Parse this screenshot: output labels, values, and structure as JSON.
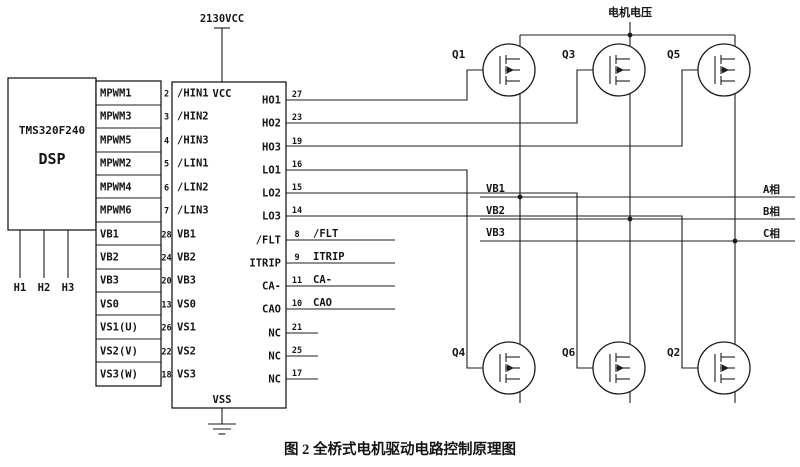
{
  "figure": {
    "caption": "图 2  全桥式电机驱动电路控制原理图"
  },
  "labels": {
    "vcc_supply": "2130VCC",
    "motor_voltage": "电机电压"
  },
  "dsp": {
    "name": "TMS320F240",
    "type": "DSP",
    "pins": [
      "H1",
      "H2",
      "H3"
    ]
  },
  "signals": [
    {
      "label": "MPWM1",
      "pin": "2"
    },
    {
      "label": "MPWM3",
      "pin": "3"
    },
    {
      "label": "MPWM5",
      "pin": "4"
    },
    {
      "label": "MPWM2",
      "pin": "5"
    },
    {
      "label": "MPWM4",
      "pin": "6"
    },
    {
      "label": "MPWM6",
      "pin": "7"
    },
    {
      "label": "VB1",
      "pin": "28"
    },
    {
      "label": "VB2",
      "pin": "24"
    },
    {
      "label": "VB3",
      "pin": "20"
    },
    {
      "label": "VS0",
      "pin": "13"
    },
    {
      "label": "VS1(U)",
      "pin": "26"
    },
    {
      "label": "VS2(V)",
      "pin": "22"
    },
    {
      "label": "VS3(W)",
      "pin": "18"
    }
  ],
  "ic": {
    "vcc": "VCC",
    "vss": "VSS",
    "left_pins": [
      "/HIN1",
      "/HIN2",
      "/HIN3",
      "/LIN1",
      "/LIN2",
      "/LIN3",
      "VB1",
      "VB2",
      "VB3",
      "VS0",
      "VS1",
      "VS2",
      "VS3"
    ],
    "right_pins": [
      {
        "label": "HO1",
        "num": "27",
        "ext": ""
      },
      {
        "label": "HO2",
        "num": "23",
        "ext": ""
      },
      {
        "label": "HO3",
        "num": "19",
        "ext": ""
      },
      {
        "label": "LO1",
        "num": "16",
        "ext": ""
      },
      {
        "label": "LO2",
        "num": "15",
        "ext": ""
      },
      {
        "label": "LO3",
        "num": "14",
        "ext": ""
      },
      {
        "label": "/FLT",
        "num": "8",
        "ext": "/FLT"
      },
      {
        "label": "ITRIP",
        "num": "9",
        "ext": "ITRIP"
      },
      {
        "label": "CA-",
        "num": "11",
        "ext": "CA-"
      },
      {
        "label": "CAO",
        "num": "10",
        "ext": "CAO"
      },
      {
        "label": "NC",
        "num": "21",
        "ext": ""
      },
      {
        "label": "NC",
        "num": "25",
        "ext": ""
      },
      {
        "label": "NC",
        "num": "17",
        "ext": ""
      }
    ]
  },
  "transistors": {
    "q1": "Q1",
    "q3": "Q3",
    "q5": "Q5",
    "q4": "Q4",
    "q6": "Q6",
    "q2": "Q2"
  },
  "phase_bus": [
    {
      "label": "VB1",
      "phase": "A相"
    },
    {
      "label": "VB2",
      "phase": "B相"
    },
    {
      "label": "VB3",
      "phase": "C相"
    }
  ]
}
